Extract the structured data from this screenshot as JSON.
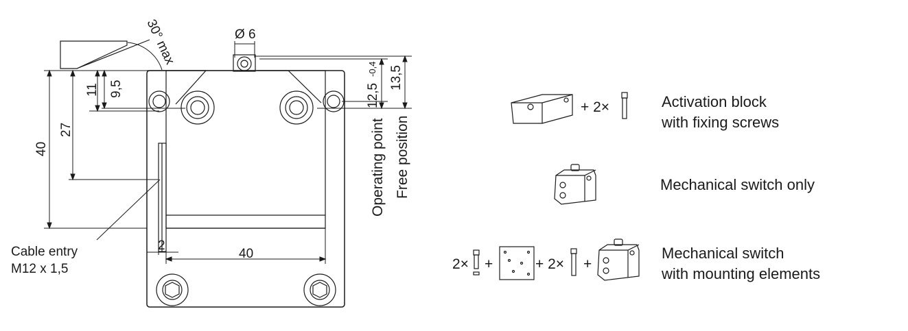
{
  "dimensions": {
    "angle": "30° max",
    "roller_diameter": "Ø 6",
    "d11": "11",
    "d9_5": "9,5",
    "d27": "27",
    "d40_height": "40",
    "d2": "2",
    "d40_width": "40",
    "d12_5": "12,5",
    "d12_5_tolerance": "-0,4",
    "d13_5": "13,5"
  },
  "labels": {
    "operating_point": "Operating point",
    "free_position": "Free position",
    "cable_entry_line1": "Cable entry",
    "cable_entry_line2": "M12 x 1,5"
  },
  "accessories": [
    {
      "quantity_text": "+ 2×",
      "description_line1": "Activation block",
      "description_line2": "with fixing screws"
    },
    {
      "description_line1": "Mechanical switch only"
    },
    {
      "prefix": "2×",
      "plus1": "+",
      "plus2": "+ 2×",
      "plus3": "+",
      "description_line1": "Mechanical switch",
      "description_line2": "with mounting elements"
    }
  ]
}
